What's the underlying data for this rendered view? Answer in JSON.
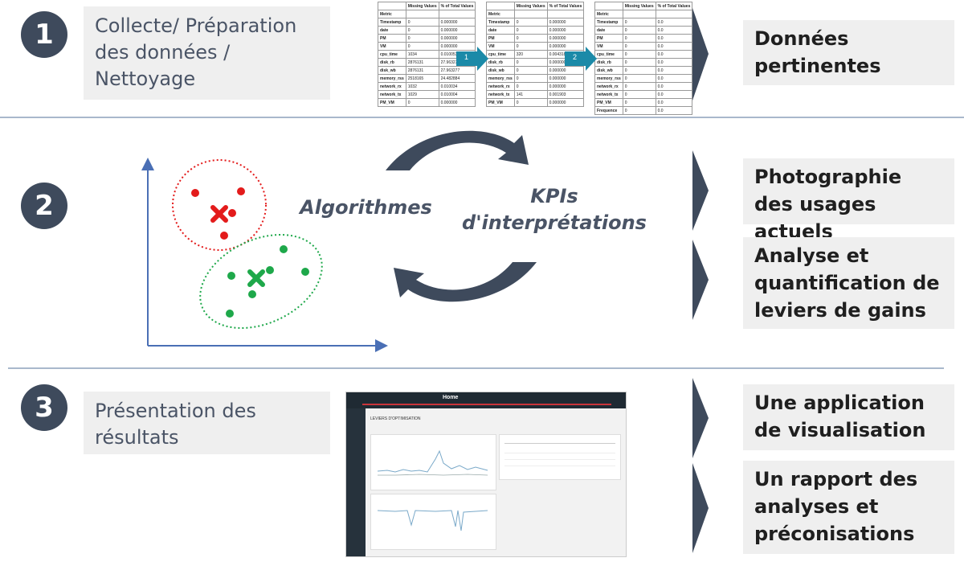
{
  "steps": [
    {
      "number": "1",
      "title": "Collecte/ Préparation des données / Nettoyage"
    },
    {
      "number": "2",
      "title": ""
    },
    {
      "number": "3",
      "title": "Présentation des résultats"
    }
  ],
  "diagram": {
    "label_algorithms": "Algorithmes",
    "label_kpis": "KPIs d'interprétations",
    "colors": {
      "red_cluster": "#e31b1b",
      "green_cluster": "#1ea84a",
      "axis": "#4a6fb5",
      "arrow": "#3e4a5c"
    }
  },
  "outputs": {
    "o1": "Données pertinentes",
    "o2": "Photographie des usages actuels",
    "o3": "Analyse et quantification de leviers de gains",
    "o4": "Une application de visualisation",
    "o5": "Un rapport des analyses et préconisations"
  },
  "table1": {
    "headers": [
      "",
      "Missing Values",
      "% of Total Values"
    ],
    "rows": [
      [
        "Metric",
        "",
        ""
      ],
      [
        "Timestamp",
        "0",
        "0.000000"
      ],
      [
        "date",
        "0",
        "0.000000"
      ],
      [
        "PM",
        "0",
        "0.000000"
      ],
      [
        "VM",
        "0",
        "0.000000"
      ],
      [
        "cpu_time",
        "1034",
        "0.010053"
      ],
      [
        "disk_rb",
        "2876131",
        "27.963277"
      ],
      [
        "disk_wb",
        "2876131",
        "27.963277"
      ],
      [
        "memory_rss",
        "2518165",
        "24.482884"
      ],
      [
        "network_rx",
        "1032",
        "0.010034"
      ],
      [
        "network_tx",
        "1029",
        "0.010004"
      ],
      [
        "PM_VM",
        "0",
        "0.000000"
      ]
    ]
  },
  "table2": {
    "headers": [
      "",
      "Missing Values",
      "% of Total Values"
    ],
    "rows": [
      [
        "Metric",
        "",
        ""
      ],
      [
        "Timestamp",
        "0",
        "0.000000"
      ],
      [
        "date",
        "0",
        "0.000000"
      ],
      [
        "PM",
        "0",
        "0.000000"
      ],
      [
        "VM",
        "0",
        "0.000000"
      ],
      [
        "cpu_time",
        "320",
        "0.004318"
      ],
      [
        "disk_rb",
        "0",
        "0.000000"
      ],
      [
        "disk_wb",
        "0",
        "0.000000"
      ],
      [
        "memory_rss",
        "0",
        "0.000000"
      ],
      [
        "network_rx",
        "0",
        "0.000000"
      ],
      [
        "network_tx",
        "141",
        "0.001903"
      ],
      [
        "PM_VM",
        "0",
        "0.000000"
      ]
    ]
  },
  "table3": {
    "headers": [
      "",
      "Missing Values",
      "% of Total Values"
    ],
    "rows": [
      [
        "Metric",
        "",
        ""
      ],
      [
        "Timestamp",
        "0",
        "0.0"
      ],
      [
        "date",
        "0",
        "0.0"
      ],
      [
        "PM",
        "0",
        "0.0"
      ],
      [
        "VM",
        "0",
        "0.0"
      ],
      [
        "cpu_time",
        "0",
        "0.0"
      ],
      [
        "disk_rb",
        "0",
        "0.0"
      ],
      [
        "disk_wb",
        "0",
        "0.0"
      ],
      [
        "memory_rss",
        "0",
        "0.0"
      ],
      [
        "network_rx",
        "0",
        "0.0"
      ],
      [
        "network_tx",
        "0",
        "0.0"
      ],
      [
        "PM_VM",
        "0",
        "0.0"
      ],
      [
        "Frequence",
        "0",
        "0.0"
      ]
    ]
  },
  "table_arrows": [
    "1",
    "2"
  ],
  "dashboard": {
    "title": "LEVIERS D'OPTIMISATION",
    "header": "Home"
  }
}
